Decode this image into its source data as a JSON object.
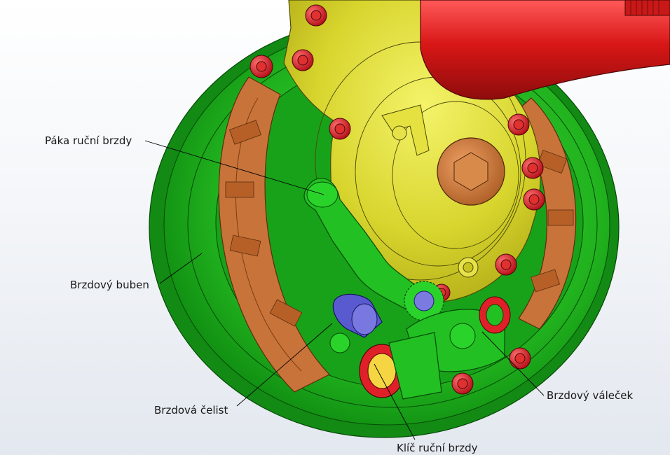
{
  "labels": {
    "handbrake_lever": "Páka ruční brzdy",
    "brake_drum": "Brzdový buben",
    "brake_shoe": "Brzdová čelist",
    "handbrake_key": "Klíč ruční brzdy",
    "wheel_cylinder": "Brzdový váleček"
  },
  "colors": {
    "background": "#eef1f5",
    "drum": "#1fae1f",
    "drum_dark": "#0f7d12",
    "shoe": "#c8733a",
    "backplate": "#c8cc1e",
    "axle": "#d61a1a",
    "bolt": "#e0202a",
    "hub_nut": "#c8732f",
    "key": "#5a5ad0",
    "leader": "#000000"
  }
}
